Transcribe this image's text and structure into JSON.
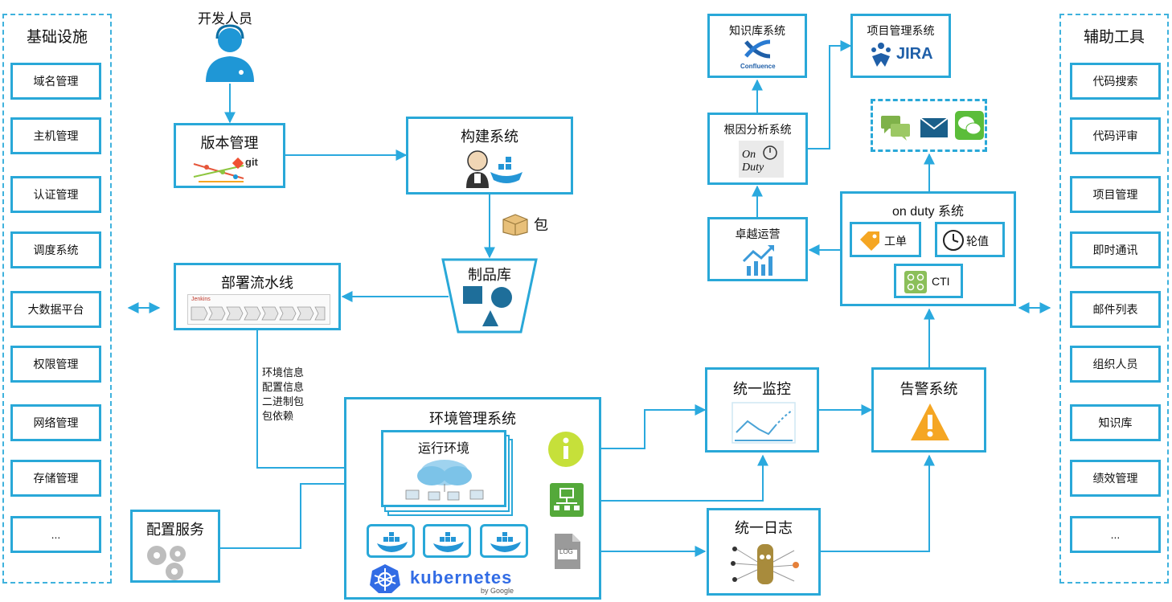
{
  "left_panel": {
    "title": "基础设施",
    "items": [
      "域名管理",
      "主机管理",
      "认证管理",
      "调度系统",
      "大数据平台",
      "权限管理",
      "网络管理",
      "存储管理",
      "..."
    ]
  },
  "right_panel": {
    "title": "辅助工具",
    "items": [
      "代码搜索",
      "代码评审",
      "项目管理",
      "即时通讯",
      "邮件列表",
      "组织人员",
      "知识库",
      "绩效管理",
      "..."
    ]
  },
  "developer": {
    "label": "开发人员"
  },
  "version_control": {
    "title": "版本管理",
    "logo_text": "git"
  },
  "build_system": {
    "title": "构建系统"
  },
  "package": {
    "label": "包"
  },
  "artifact_repo": {
    "title": "制品库"
  },
  "deploy_pipeline": {
    "title": "部署流水线",
    "logo_text": "Jenkins"
  },
  "env_info": [
    "环境信息",
    "配置信息",
    "二进制包",
    "包依赖"
  ],
  "config_service": {
    "title": "配置服务"
  },
  "env_mgmt": {
    "title": "环境管理系统",
    "runtime_title": "运行环境",
    "k8s_text": "kubernetes",
    "k8s_sub": "by Google"
  },
  "log_icon_text": "LOG",
  "monitoring": {
    "title": "统一监控"
  },
  "logging": {
    "title": "统一日志"
  },
  "alerting": {
    "title": "告警系统"
  },
  "on_duty": {
    "title": "on duty 系统",
    "ticket": "工单",
    "rotation": "轮值",
    "cti": "CTI"
  },
  "excellence_ops": {
    "title": "卓越运营"
  },
  "root_cause": {
    "title": "根因分析系统",
    "logo_line1": "On",
    "logo_line2": "Duty"
  },
  "knowledge_base": {
    "title": "知识库系统",
    "logo_text": "Confluence"
  },
  "project_mgmt": {
    "title": "项目管理系统",
    "logo_text": "JIRA"
  },
  "colors": {
    "accent": "#29a8d8",
    "arrow": "#2aa9de",
    "dark_blue": "#1e4f7a",
    "docker": "#2496d6"
  }
}
